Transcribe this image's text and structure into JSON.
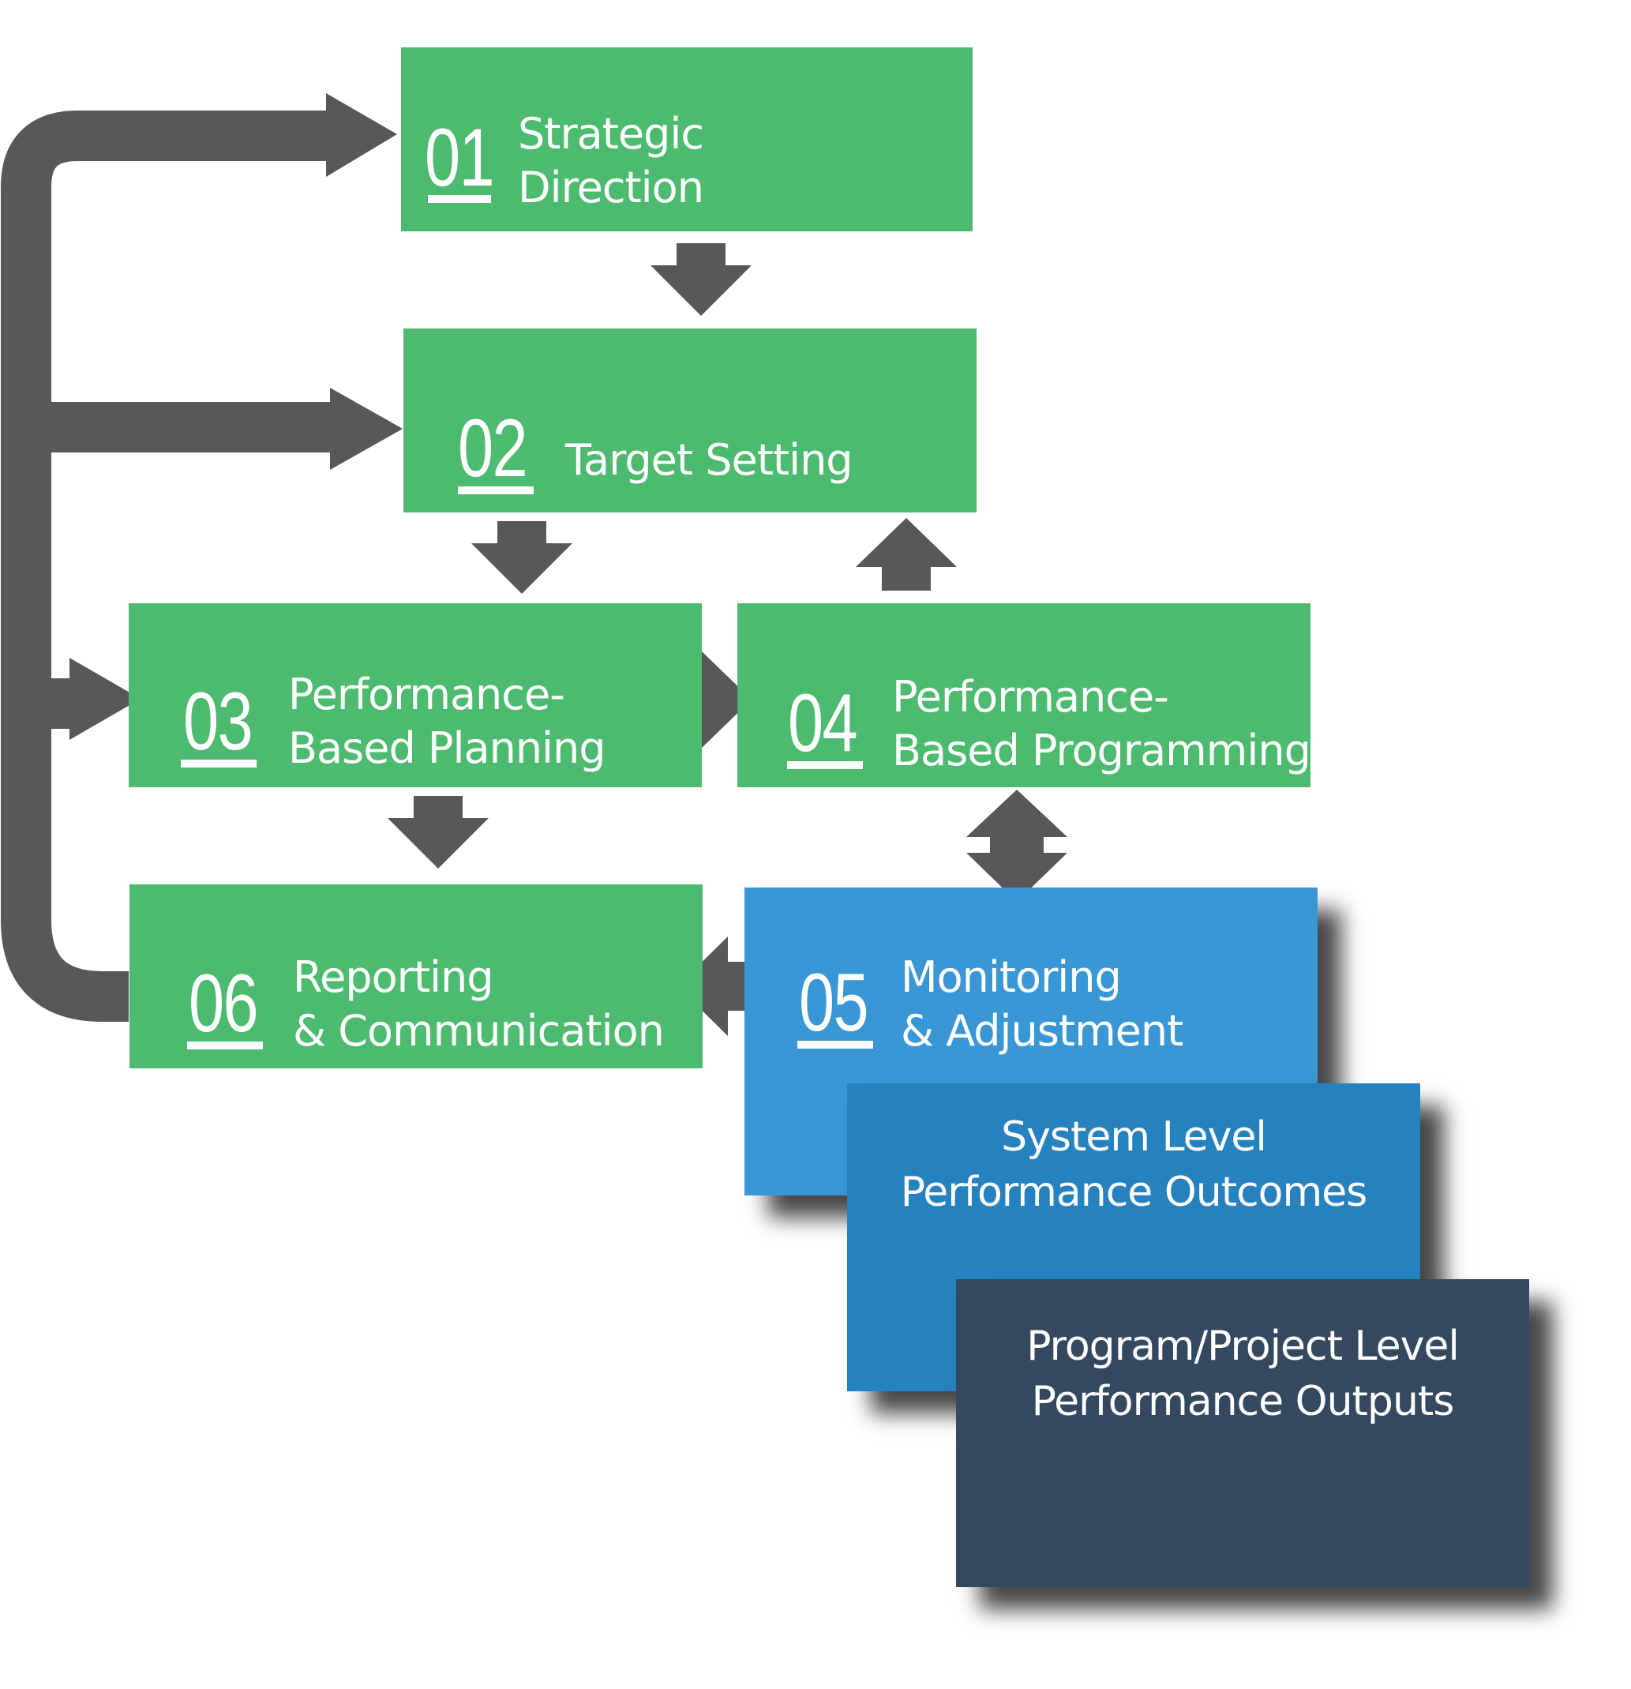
{
  "steps": [
    {
      "number": "01",
      "line1": "Strategic",
      "line2": "Direction"
    },
    {
      "number": "02",
      "line1": "Target Setting"
    },
    {
      "number": "03",
      "line1": "Performance-",
      "line2": "Based Planning"
    },
    {
      "number": "04",
      "line1": "Performance-",
      "line2": "Based Programming"
    },
    {
      "number": "05",
      "line1": "Monitoring",
      "line2": "& Adjustment"
    },
    {
      "number": "06",
      "line1": "Reporting",
      "line2": "& Communication"
    }
  ],
  "levels": [
    {
      "line1": "System Level",
      "line2": "Performance Outcomes"
    },
    {
      "line1": "Program/Project Level",
      "line2": "Performance Outputs"
    }
  ],
  "colors": {
    "green": "#4cba6f",
    "blue": "#3897d4",
    "blue_dark": "#2681bf",
    "navy": "#34485f",
    "arrow": "#58585a"
  }
}
